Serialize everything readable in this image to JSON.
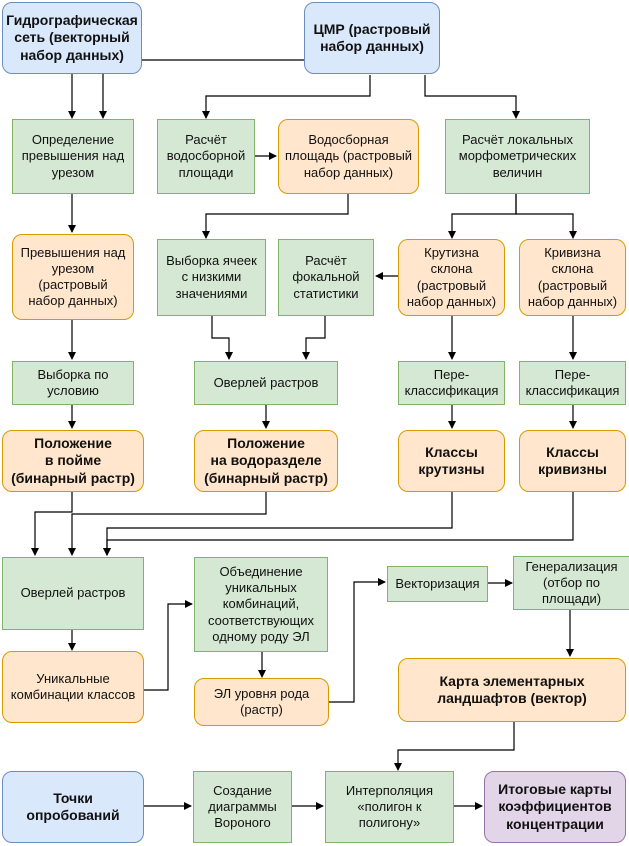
{
  "nodes": {
    "hydro": "Гидрографическая\nсеть (векторный\nнабор данных)",
    "dem": "ЦМР (растровый\nнабор данных)",
    "def_elev": "Определение\nпревышения над\nурезом",
    "calc_catch": "Расчёт\nводосборной\nплощади",
    "catch_area": "Водосборная\nплощадь (растровый\nнабор данных)",
    "calc_local": "Расчёт локальных\nморфометрических\nвеличин",
    "elev_raster": "Превышения над\nурезом\n(растровый\nнабор данных)",
    "select_cells": "Выборка ячеек\nс низкими\nзначениями",
    "focal": "Расчёт\nфокальной\nстатистики",
    "slope": "Крутизна\nсклона\n(растровый\nнабор данных)",
    "curv": "Кривизна\nсклона\n(растровый\nнабор данных)",
    "select_cond": "Выборка по\nусловию",
    "overlay1": "Оверлей растров",
    "reclass1": "Пере-\nклассификация",
    "reclass2": "Пере-\nклассификация",
    "floodplain": "Положение\nв пойме\n(бинарный растр)",
    "watershed": "Положение\nна водоразделе\n(бинарный растр)",
    "slope_cls": "Классы\nкрутизны",
    "curv_cls": "Классы\nкривизны",
    "overlay2": "Оверлей растров",
    "merge": "Объединение\nуникальных\nкомбинаций,\nсоответствующих\nодному роду ЭЛ",
    "vectorize": "Векторизация",
    "generalize": "Генерализация\n(отбор по\nплощади)",
    "unique": "Уникальные\nкомбинации классов",
    "el_genus": "ЭЛ уровня рода\n(растр)",
    "map_el": "Карта элементарных\nландшафтов (вектор)",
    "points": "Точки опробований",
    "voronoi": "Создание\nдиаграммы\nВороного",
    "interp": "Интерполяция\n«полигон к\nполигону»",
    "final": "Итоговые карты\nкоэффициентов\nконцентрации"
  },
  "colors": {
    "line": "#000000",
    "green_fill": "#d5e8d4",
    "orange_fill": "#ffe6cc",
    "blue_fill": "#dae8fc",
    "purple_fill": "#e1d5e7"
  }
}
